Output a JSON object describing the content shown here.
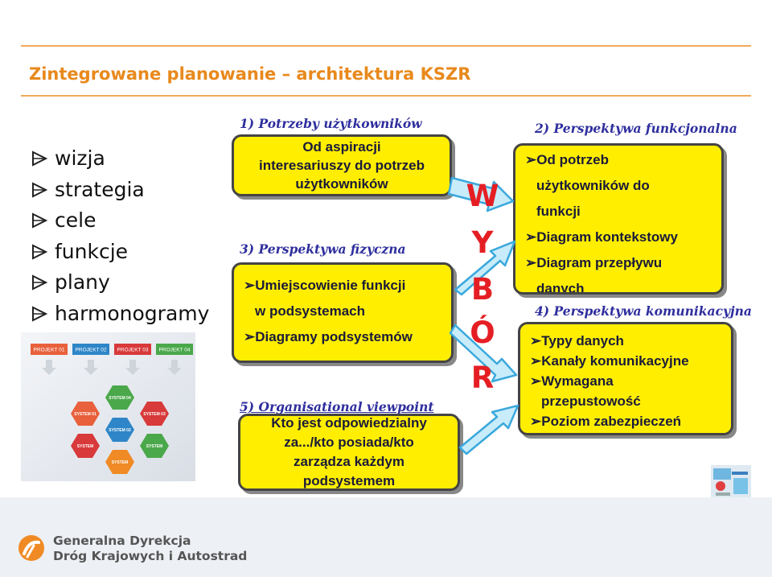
{
  "slide": {
    "title": "Zintegrowane planowanie – architektura KSZR",
    "bullets": [
      "wizja",
      "strategia",
      "cele",
      "funkcje",
      "plany",
      "harmonogramy"
    ]
  },
  "thumbnail": {
    "projects": [
      "PROJEKT 01",
      "PROJEKT 02",
      "PROJEKT 03",
      "PROJEKT 04"
    ],
    "systems": [
      "SYSTEM 04",
      "SYSTEM 01",
      "SYSTEM 03",
      "SYSTEM 02",
      "SYSTEM",
      "SYSTEM",
      "SYSTEM"
    ]
  },
  "diagram": {
    "box1": {
      "heading": "1) Potrzeby użytkowników",
      "lines": [
        "Od aspiracji",
        "interesariuszy do potrzeb",
        "użytkowników"
      ]
    },
    "box2": {
      "heading": "2) Perspektywa funkcjonalna",
      "lines": [
        "Od potrzeb",
        "użytkowników do",
        "funkcji",
        "Diagram kontekstowy",
        "Diagram przepływu",
        "danych"
      ]
    },
    "box3": {
      "heading": "3) Perspektywa fizyczna",
      "lines": [
        "Umiejscowienie funkcji",
        "w podsystemach",
        "Diagramy podsystemów"
      ]
    },
    "box4": {
      "heading": "4) Perspektywa komunikacyjna",
      "lines": [
        "Typy danych",
        "Kanały komunikacyjne",
        "Wymagana",
        "przepustowość",
        "Poziom zabezpieczeń"
      ]
    },
    "box5": {
      "heading": "5) Organisational viewpoint",
      "lines": [
        "Kto jest odpowiedzialny",
        "za.../kto posiada/kto",
        "zarządza każdym",
        "podsystemem"
      ]
    },
    "wybor": [
      "W",
      "Y",
      "B",
      "Ó",
      "R"
    ]
  },
  "footer": {
    "org_line1": "Generalna Dyrekcja",
    "org_line2": "Dróg Krajowych i Autostrad"
  },
  "colors": {
    "title": "#e8891c",
    "box_fill": "#ffee00",
    "heading": "#2e2e9e",
    "wybor": "#e51e24",
    "arrow": "#5bc4e8"
  }
}
